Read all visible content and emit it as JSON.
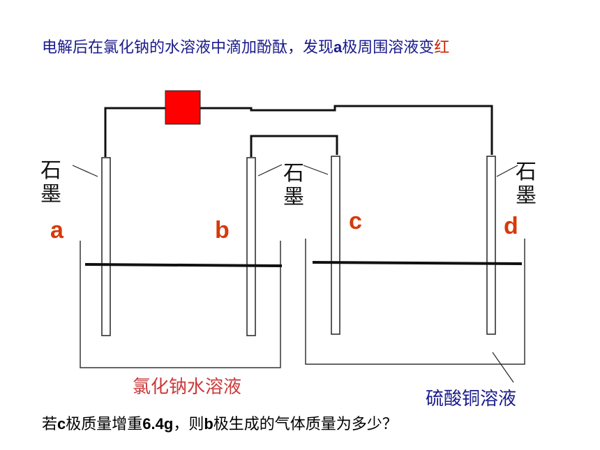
{
  "title": {
    "part1": "电解后在氯化钠的水溶液中滴加酚酞，发现",
    "part2_bold": "a",
    "part3": "极周围溶液变",
    "part4_red": "红"
  },
  "electrode_material_labels": [
    {
      "text": "石\n墨"
    },
    {
      "text": "石\n墨"
    },
    {
      "text": "石\n墨"
    }
  ],
  "electrode_labels": {
    "a": "a",
    "b": "b",
    "c": "c",
    "d": "d"
  },
  "solutions": {
    "left": "氯化钠水溶液",
    "right": "硫酸铜溶液"
  },
  "question": {
    "p1": "若",
    "p2": "c",
    "p3": "极质量增重",
    "p4": "6.4g",
    "p5": "，则",
    "p6": "b",
    "p7": "极生成的气体质量为多少？"
  },
  "colors": {
    "power_source": "#ff0000",
    "title_text": "#1a1a8c",
    "highlight_red": "#cc2200",
    "electrode_label": "#d63a0a"
  }
}
